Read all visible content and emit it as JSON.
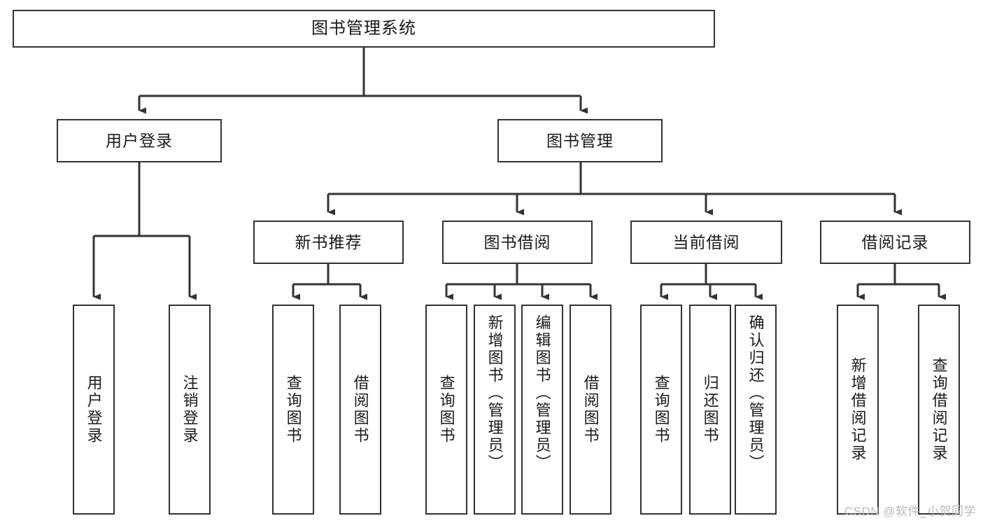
{
  "diagram": {
    "type": "tree",
    "title": "图书管理系统",
    "root": {
      "id": "root",
      "label": "图书管理系统"
    },
    "level2": [
      {
        "id": "user-login",
        "label": "用户登录"
      },
      {
        "id": "book-management",
        "label": "图书管理"
      }
    ],
    "level3": [
      {
        "id": "new-book-recommend",
        "label": "新书推荐"
      },
      {
        "id": "book-borrow",
        "label": "图书借阅"
      },
      {
        "id": "current-borrow",
        "label": "当前借阅"
      },
      {
        "id": "borrow-record",
        "label": "借阅记录"
      }
    ],
    "leaves": {
      "user_login": [
        {
          "id": "leaf-user-login",
          "label": "用户登录"
        },
        {
          "id": "leaf-logout",
          "label": "注销登录"
        }
      ],
      "new_book_recommend": [
        {
          "id": "leaf-query-book-1",
          "label": "查询图书"
        },
        {
          "id": "leaf-borrow-book-1",
          "label": "借阅图书"
        }
      ],
      "book_borrow": [
        {
          "id": "leaf-query-book-2",
          "label": "查询图书"
        },
        {
          "id": "leaf-add-book",
          "label": "新增图书（管理员）"
        },
        {
          "id": "leaf-edit-book",
          "label": "编辑图书（管理员）"
        },
        {
          "id": "leaf-borrow-book-2",
          "label": "借阅图书"
        }
      ],
      "current_borrow": [
        {
          "id": "leaf-query-book-3",
          "label": "查询图书"
        },
        {
          "id": "leaf-return-book",
          "label": "归还图书"
        },
        {
          "id": "leaf-confirm-return",
          "label": "确认归还（管理员）"
        }
      ],
      "borrow_record": [
        {
          "id": "leaf-add-record",
          "label": "新增借阅记录"
        },
        {
          "id": "leaf-query-record",
          "label": "查询借阅记录"
        }
      ]
    },
    "colors": {
      "stroke": "#333333",
      "box_fill": "#ffffff",
      "text": "#1a1a1a",
      "watermark": "#b9b9b9",
      "background": "#ffffff"
    }
  },
  "watermark": {
    "text": "CSDN @软件_小贺同学"
  }
}
